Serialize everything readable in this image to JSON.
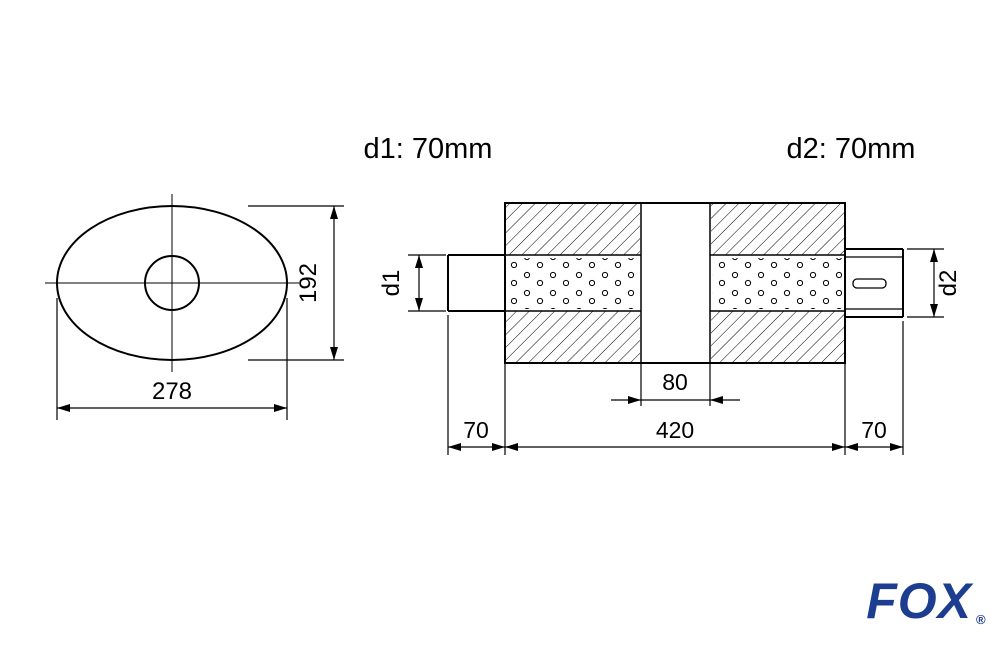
{
  "annotations": {
    "inlet_diameter": "d1: 70mm",
    "outlet_diameter": "d2: 70mm"
  },
  "front_view": {
    "width_mm": "278",
    "height_mm": "192"
  },
  "side_view": {
    "inlet_label": "d1",
    "outlet_label": "d2",
    "separator_width_mm": "80",
    "body_length_mm": "420",
    "inlet_stub_mm": "70",
    "outlet_stub_mm": "70"
  },
  "logo": {
    "brand": "FOX",
    "registered_mark": "®",
    "color": "#1d3d91"
  }
}
